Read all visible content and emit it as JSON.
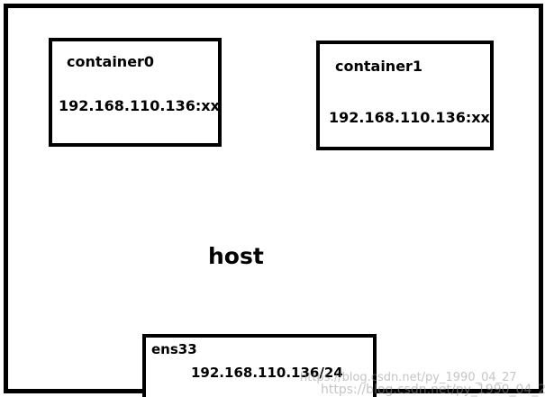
{
  "diagram": {
    "host": {
      "label": "host"
    },
    "containers": [
      {
        "name": "container0",
        "address": "192.168.110.136:xx"
      },
      {
        "name": "container1",
        "address": "192.168.110.136:xx"
      }
    ],
    "interface": {
      "name": "ens33",
      "address": "192.168.110.136/24"
    },
    "watermark": "https://blog.csdn.net/py_1990_04_27"
  }
}
